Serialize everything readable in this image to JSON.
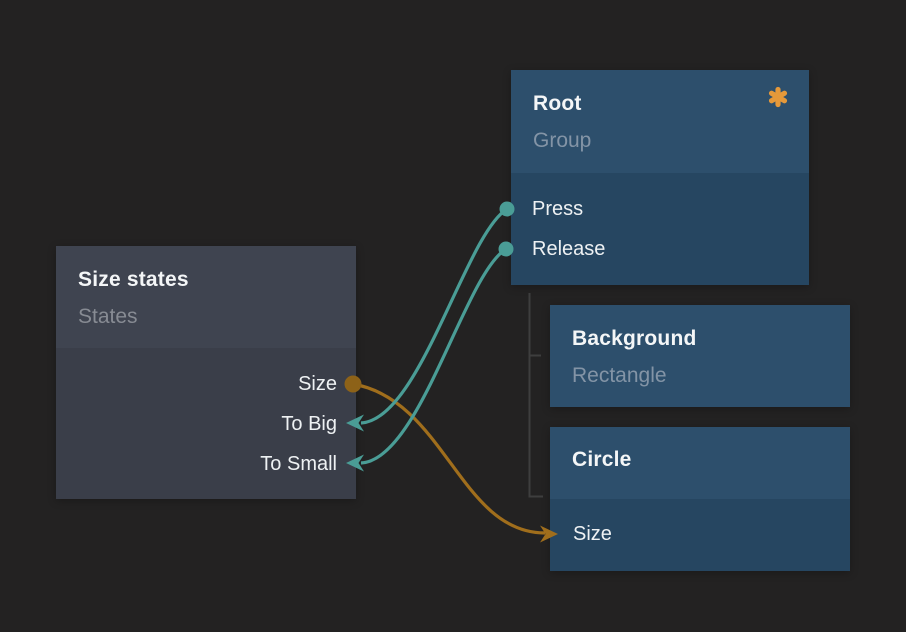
{
  "colors": {
    "background": "#232222",
    "gray_header": "#3f4450",
    "gray_body": "#3a3e49",
    "blue_header": "#2d4f6c",
    "blue_body": "#264661",
    "tree_line": "#3e3e3e",
    "teal": "#4a9d96",
    "orange": "#a06e1c",
    "orange_dot": "#8d6218",
    "asterisk": "#e5993a",
    "title_text": "#f4f6f7",
    "port_text": "#eef1f3"
  },
  "nodes": {
    "size_states": {
      "title": "Size states",
      "subtitle": "States",
      "ports": {
        "size": "Size",
        "to_big": "To Big",
        "to_small": "To Small"
      }
    },
    "root": {
      "title": "Root",
      "subtitle": "Group",
      "badge_icon": "asterisk",
      "ports": {
        "press": "Press",
        "release": "Release"
      }
    },
    "background": {
      "title": "Background",
      "subtitle": "Rectangle"
    },
    "circle": {
      "title": "Circle",
      "ports": {
        "size": "Size"
      }
    }
  },
  "connections": [
    {
      "from": "root.press",
      "to": "size_states.to_big",
      "color": "#4a9d96"
    },
    {
      "from": "root.release",
      "to": "size_states.to_small",
      "color": "#4a9d96"
    },
    {
      "from": "size_states.size",
      "to": "circle.size",
      "color": "#a06e1c"
    }
  ],
  "hierarchy": {
    "parent": "root",
    "children": [
      "background",
      "circle"
    ]
  }
}
